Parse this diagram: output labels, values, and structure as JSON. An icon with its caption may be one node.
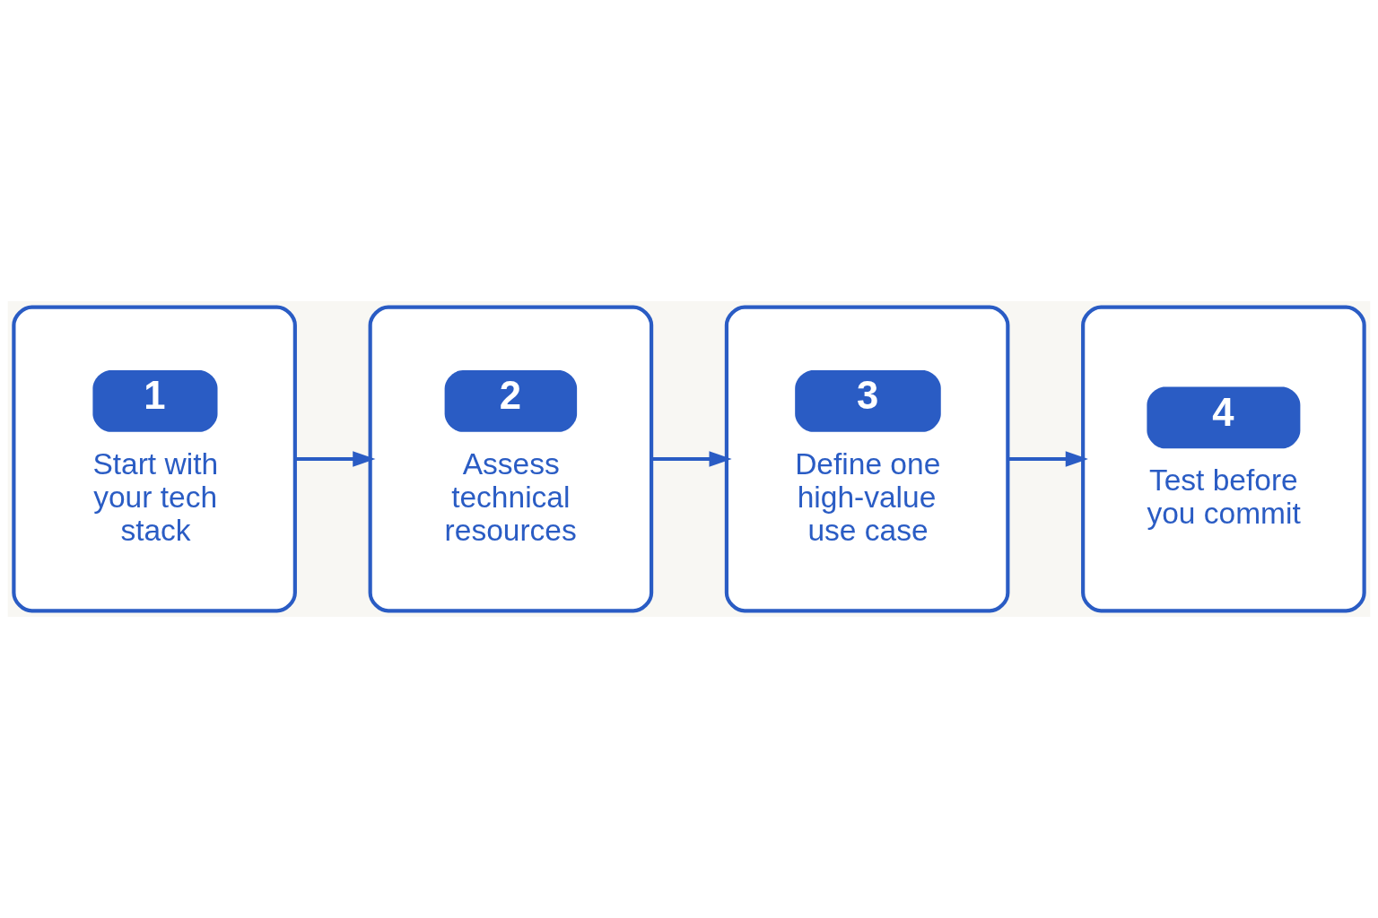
{
  "diagram": {
    "nodes": [
      {
        "text": [
          "1",
          "Start with your tech stack"
        ]
      },
      {
        "text": [
          "2",
          "Assess technical resources"
        ]
      },
      {
        "text": [
          "3",
          "Define one high-value use case"
        ]
      },
      {
        "text": [
          "4",
          "Test before you commit"
        ]
      }
    ],
    "edges": [
      {
        "from": 0,
        "to": 1,
        "arrow": "to"
      },
      {
        "from": 1,
        "to": 2,
        "arrow": "to"
      },
      {
        "from": 2,
        "to": 3,
        "arrow": "to"
      }
    ]
  }
}
